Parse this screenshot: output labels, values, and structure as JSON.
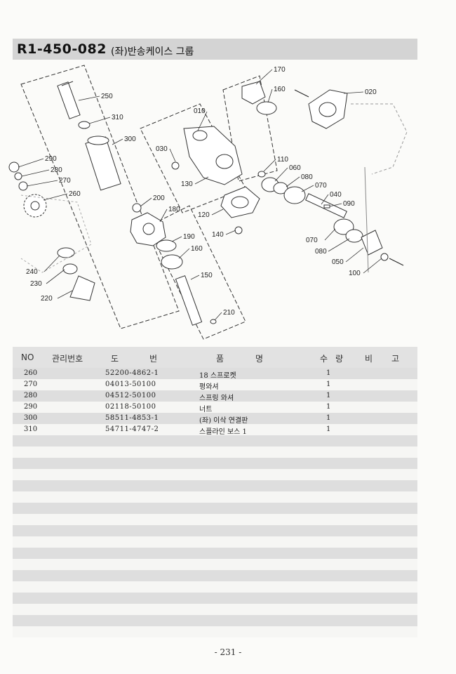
{
  "header": {
    "code": "R1-450-082",
    "title": "(좌)반송케이스 그룹"
  },
  "diagram": {
    "callouts": [
      "170",
      "160",
      "250",
      "310",
      "300",
      "010",
      "020",
      "030",
      "290",
      "280",
      "270",
      "260",
      "200",
      "180",
      "130",
      "110",
      "060",
      "080",
      "070",
      "040",
      "090",
      "120",
      "140",
      "190",
      "160",
      "150",
      "210",
      "070",
      "080",
      "050",
      "100",
      "240",
      "230",
      "220"
    ]
  },
  "table": {
    "headers": {
      "no": "NO",
      "mgmt": "관리번호",
      "do": "도",
      "beon": "번",
      "pum": "품",
      "myeong": "명",
      "su": "수",
      "ryang": "량",
      "bi": "비",
      "go": "고"
    },
    "rows": [
      {
        "no": "260",
        "part": "52200-4862-1",
        "name": "18 스프로켓",
        "qty": "1"
      },
      {
        "no": "270",
        "part": "04013-50100",
        "name": "평와셔",
        "qty": "1"
      },
      {
        "no": "280",
        "part": "04512-50100",
        "name": "스프링 와셔",
        "qty": "1"
      },
      {
        "no": "290",
        "part": "02118-50100",
        "name": "너트",
        "qty": "1"
      },
      {
        "no": "300",
        "part": "58511-4853-1",
        "name": "(좌) 이삭 연결판",
        "qty": "1"
      },
      {
        "no": "310",
        "part": "54711-4747-2",
        "name": "스플라인 보스 1",
        "qty": "1"
      },
      {
        "no": "",
        "part": "",
        "name": "",
        "qty": ""
      },
      {
        "no": "",
        "part": "",
        "name": "",
        "qty": ""
      },
      {
        "no": "",
        "part": "",
        "name": "",
        "qty": ""
      },
      {
        "no": "",
        "part": "",
        "name": "",
        "qty": ""
      },
      {
        "no": "",
        "part": "",
        "name": "",
        "qty": ""
      },
      {
        "no": "",
        "part": "",
        "name": "",
        "qty": ""
      },
      {
        "no": "",
        "part": "",
        "name": "",
        "qty": ""
      },
      {
        "no": "",
        "part": "",
        "name": "",
        "qty": ""
      },
      {
        "no": "",
        "part": "",
        "name": "",
        "qty": ""
      },
      {
        "no": "",
        "part": "",
        "name": "",
        "qty": ""
      },
      {
        "no": "",
        "part": "",
        "name": "",
        "qty": ""
      },
      {
        "no": "",
        "part": "",
        "name": "",
        "qty": ""
      },
      {
        "no": "",
        "part": "",
        "name": "",
        "qty": ""
      },
      {
        "no": "",
        "part": "",
        "name": "",
        "qty": ""
      },
      {
        "no": "",
        "part": "",
        "name": "",
        "qty": ""
      },
      {
        "no": "",
        "part": "",
        "name": "",
        "qty": ""
      },
      {
        "no": "",
        "part": "",
        "name": "",
        "qty": ""
      },
      {
        "no": "",
        "part": "",
        "name": "",
        "qty": ""
      }
    ]
  },
  "footer": {
    "page": "- 231 -"
  }
}
